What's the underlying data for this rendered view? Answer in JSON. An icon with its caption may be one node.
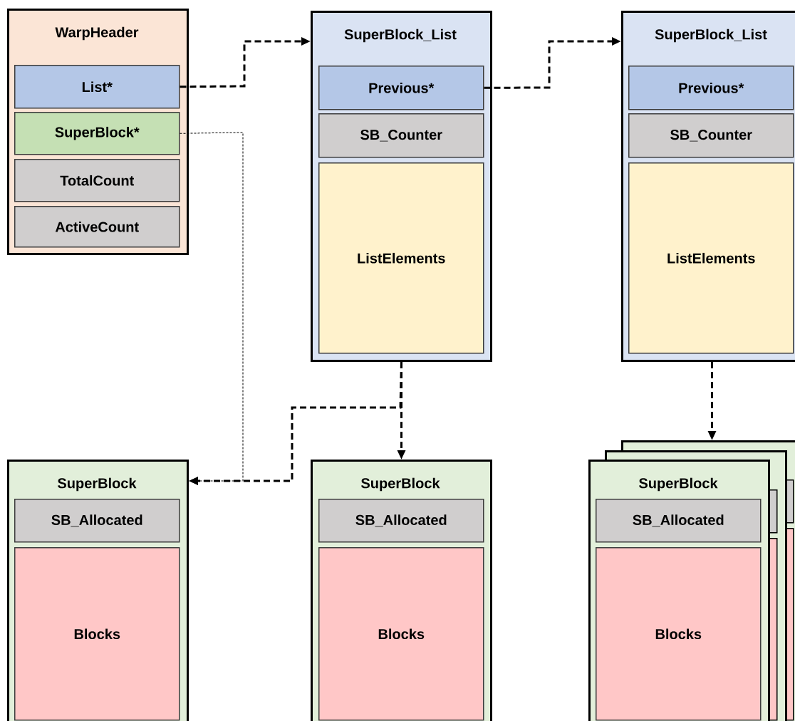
{
  "diagram": {
    "nodes": [
      {
        "text": [
          "WarpHeader"
        ]
      },
      {
        "text": [
          "List*"
        ],
        "in": 0
      },
      {
        "text": [
          "SuperBlock*"
        ],
        "in": 0
      },
      {
        "text": [
          "TotalCount"
        ],
        "in": 0
      },
      {
        "text": [
          "ActiveCount"
        ],
        "in": 0
      },
      {
        "text": [
          "SuperBlock_List"
        ]
      },
      {
        "text": [
          "Previous*"
        ],
        "in": 5
      },
      {
        "text": [
          "SB_Counter"
        ],
        "in": 5
      },
      {
        "text": [
          "ListElements"
        ],
        "in": 5
      },
      {
        "text": [
          "SuperBlock_List"
        ]
      },
      {
        "text": [
          "Previous*"
        ],
        "in": 9
      },
      {
        "text": [
          "SB_Counter"
        ],
        "in": 9
      },
      {
        "text": [
          "ListElements"
        ],
        "in": 9
      },
      {
        "text": [
          "SuperBlock"
        ]
      },
      {
        "text": [
          "SB_Allocated"
        ],
        "in": 13
      },
      {
        "text": [
          "Blocks"
        ],
        "in": 13
      },
      {
        "text": [
          "SuperBlock"
        ]
      },
      {
        "text": [
          "SB_Allocated"
        ],
        "in": 16
      },
      {
        "text": [
          "Blocks"
        ],
        "in": 16
      },
      {
        "text": [],
        "shape": "box"
      },
      {
        "text": [],
        "shape": "box"
      },
      {
        "text": [
          "SuperBlock"
        ]
      },
      {
        "text": [
          "SB_Allocated"
        ],
        "in": 21
      },
      {
        "text": [
          "Blocks"
        ],
        "in": 21
      }
    ],
    "edges": [
      {
        "from": 1,
        "to": 5,
        "arrow": "to",
        "style": "dashed"
      },
      {
        "from": 6,
        "to": 9,
        "arrow": "to",
        "style": "dashed"
      },
      {
        "from": 2,
        "to": 13,
        "arrow": "to",
        "style": "dashed"
      },
      {
        "from": 5,
        "to": 16,
        "arrow": "to",
        "style": "dashed"
      },
      {
        "from": 5,
        "to": 13,
        "arrow": "to",
        "style": "dashed"
      },
      {
        "from": 9,
        "to": 19,
        "arrow": "to",
        "style": "dashed"
      }
    ]
  }
}
